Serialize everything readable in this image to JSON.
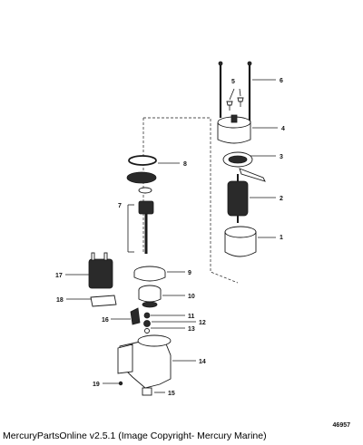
{
  "figure_number": "46957",
  "caption": "MercuryPartsOnline v2.5.1 (Image Copyright- Mercury Marine)",
  "callouts": [
    "1",
    "2",
    "3",
    "4",
    "5",
    "6",
    "7",
    "8",
    "9",
    "10",
    "11",
    "12",
    "13",
    "14",
    "15",
    "16",
    "17",
    "18",
    "19"
  ]
}
